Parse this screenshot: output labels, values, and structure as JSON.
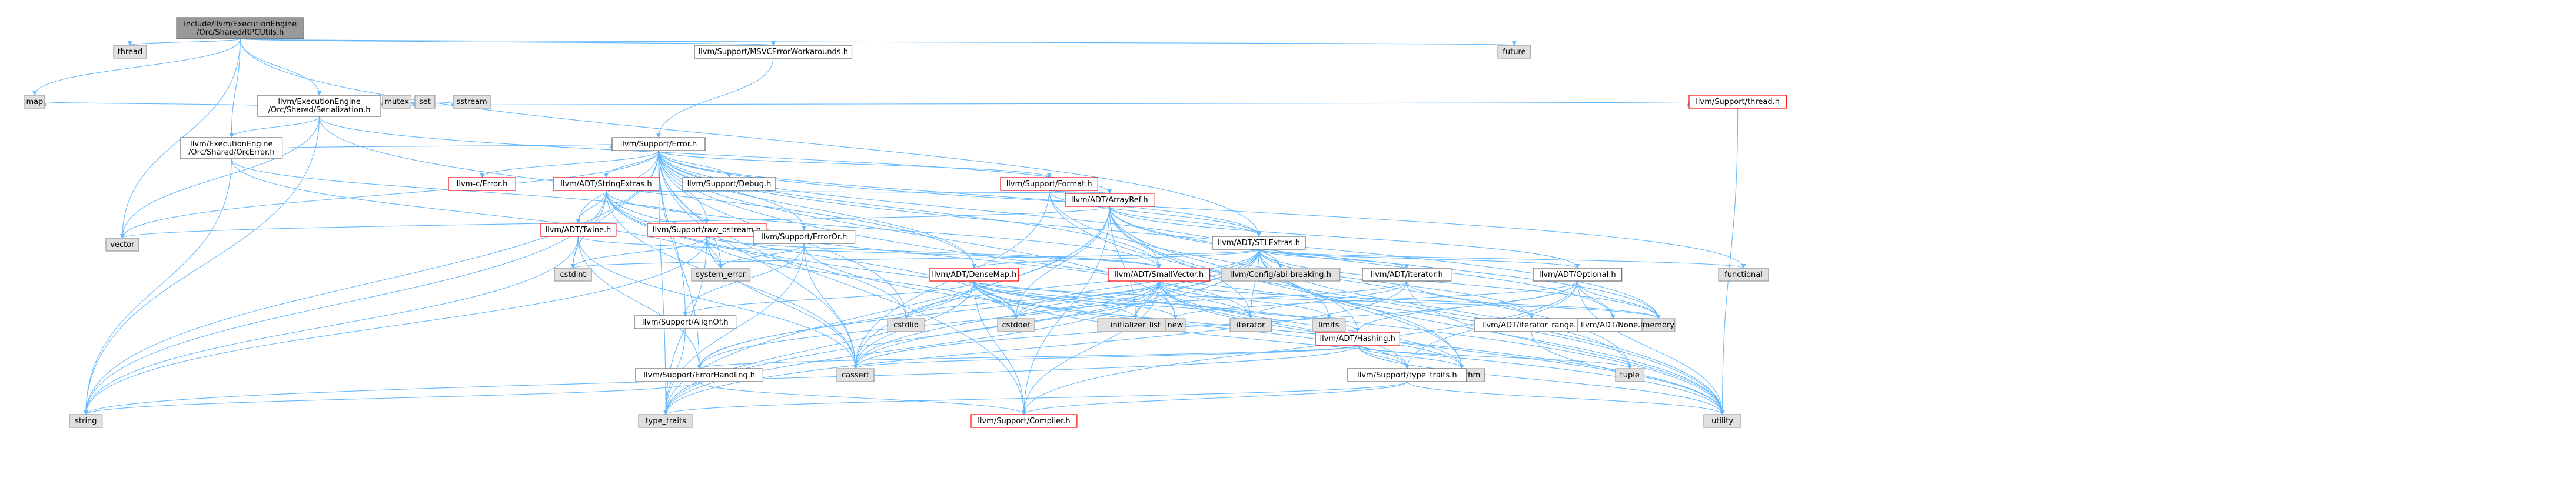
{
  "diagram": {
    "node_styles": {
      "root": {
        "fill": "#999999",
        "stroke": "#666666"
      },
      "doc": {
        "fill": "#ffffff",
        "stroke": "#666666"
      },
      "missing": {
        "fill": "#ffffff",
        "stroke": "#ff0000"
      },
      "external": {
        "fill": "#e0e0e0",
        "stroke": "#999999"
      }
    },
    "edge_color": "#63b8ff",
    "nodes": [
      {
        "id": "root",
        "lines": [
          "include/llvm/ExecutionEngine",
          "/Orc/Shared/RPCUtils.h"
        ],
        "style": "root"
      },
      {
        "id": "thread",
        "lines": [
          "thread"
        ],
        "style": "external"
      },
      {
        "id": "map",
        "lines": [
          "map"
        ],
        "style": "external"
      },
      {
        "id": "serialization",
        "lines": [
          "llvm/ExecutionEngine",
          "/Orc/Shared/Serialization.h"
        ],
        "style": "doc"
      },
      {
        "id": "msvc",
        "lines": [
          "llvm/Support/MSVCErrorWorkarounds.h"
        ],
        "style": "doc"
      },
      {
        "id": "future",
        "lines": [
          "future"
        ],
        "style": "external"
      },
      {
        "id": "mutex",
        "lines": [
          "mutex"
        ],
        "style": "external"
      },
      {
        "id": "set",
        "lines": [
          "set"
        ],
        "style": "external"
      },
      {
        "id": "sstream",
        "lines": [
          "sstream"
        ],
        "style": "external"
      },
      {
        "id": "orcerror",
        "lines": [
          "llvm/ExecutionEngine",
          "/Orc/Shared/OrcError.h"
        ],
        "style": "doc"
      },
      {
        "id": "supportthread",
        "lines": [
          "llvm/Support/thread.h"
        ],
        "style": "missing"
      },
      {
        "id": "error",
        "lines": [
          "llvm/Support/Error.h"
        ],
        "style": "doc"
      },
      {
        "id": "cerror",
        "lines": [
          "llvm-c/Error.h"
        ],
        "style": "missing"
      },
      {
        "id": "stringextras",
        "lines": [
          "llvm/ADT/StringExtras.h"
        ],
        "style": "missing"
      },
      {
        "id": "debug",
        "lines": [
          "llvm/Support/Debug.h"
        ],
        "style": "doc"
      },
      {
        "id": "format",
        "lines": [
          "llvm/Support/Format.h"
        ],
        "style": "missing"
      },
      {
        "id": "arrayref",
        "lines": [
          "llvm/ADT/ArrayRef.h"
        ],
        "style": "missing"
      },
      {
        "id": "twine",
        "lines": [
          "llvm/ADT/Twine.h"
        ],
        "style": "missing"
      },
      {
        "id": "rawostream",
        "lines": [
          "llvm/Support/raw_ostream.h"
        ],
        "style": "missing"
      },
      {
        "id": "erroror",
        "lines": [
          "llvm/Support/ErrorOr.h"
        ],
        "style": "doc"
      },
      {
        "id": "stlextras",
        "lines": [
          "llvm/ADT/STLExtras.h"
        ],
        "style": "doc"
      },
      {
        "id": "vector",
        "lines": [
          "vector"
        ],
        "style": "external"
      },
      {
        "id": "cstdint",
        "lines": [
          "cstdint"
        ],
        "style": "external"
      },
      {
        "id": "systemerror",
        "lines": [
          "system_error"
        ],
        "style": "external"
      },
      {
        "id": "densemap",
        "lines": [
          "llvm/ADT/DenseMap.h"
        ],
        "style": "missing"
      },
      {
        "id": "smallvector",
        "lines": [
          "llvm/ADT/SmallVector.h"
        ],
        "style": "missing"
      },
      {
        "id": "configabi",
        "lines": [
          "llvm/Config/abi-breaking.h"
        ],
        "style": "external"
      },
      {
        "id": "adtiterator",
        "lines": [
          "llvm/ADT/iterator.h"
        ],
        "style": "doc"
      },
      {
        "id": "optional",
        "lines": [
          "llvm/ADT/Optional.h"
        ],
        "style": "doc"
      },
      {
        "id": "functional",
        "lines": [
          "functional"
        ],
        "style": "external"
      },
      {
        "id": "alignof",
        "lines": [
          "llvm/Support/AlignOf.h"
        ],
        "style": "doc"
      },
      {
        "id": "cstdlib",
        "lines": [
          "cstdlib"
        ],
        "style": "external"
      },
      {
        "id": "cstddef",
        "lines": [
          "cstddef"
        ],
        "style": "external"
      },
      {
        "id": "initializerlist",
        "lines": [
          "initializer_list"
        ],
        "style": "external"
      },
      {
        "id": "new",
        "lines": [
          "new"
        ],
        "style": "external"
      },
      {
        "id": "iterator",
        "lines": [
          "iterator"
        ],
        "style": "external"
      },
      {
        "id": "limits",
        "lines": [
          "limits"
        ],
        "style": "external"
      },
      {
        "id": "hashing",
        "lines": [
          "llvm/ADT/Hashing.h"
        ],
        "style": "missing"
      },
      {
        "id": "iteratorrange",
        "lines": [
          "llvm/ADT/iterator_range.h"
        ],
        "style": "doc"
      },
      {
        "id": "none",
        "lines": [
          "llvm/ADT/None.h"
        ],
        "style": "doc"
      },
      {
        "id": "memory",
        "lines": [
          "memory"
        ],
        "style": "external"
      },
      {
        "id": "errorhandling",
        "lines": [
          "llvm/Support/ErrorHandling.h"
        ],
        "style": "doc"
      },
      {
        "id": "cassert",
        "lines": [
          "cassert"
        ],
        "style": "external"
      },
      {
        "id": "algorithm",
        "lines": [
          "algorithm"
        ],
        "style": "external"
      },
      {
        "id": "typetraits_llvm",
        "lines": [
          "llvm/Support/type_traits.h"
        ],
        "style": "doc"
      },
      {
        "id": "tuple",
        "lines": [
          "tuple"
        ],
        "style": "external"
      },
      {
        "id": "string",
        "lines": [
          "string"
        ],
        "style": "external"
      },
      {
        "id": "typetraits",
        "lines": [
          "type_traits"
        ],
        "style": "external"
      },
      {
        "id": "compiler",
        "lines": [
          "llvm/Support/Compiler.h"
        ],
        "style": "missing"
      },
      {
        "id": "utility",
        "lines": [
          "utility"
        ],
        "style": "external"
      }
    ],
    "edges": [
      [
        "root",
        "thread"
      ],
      [
        "root",
        "map"
      ],
      [
        "root",
        "serialization"
      ],
      [
        "root",
        "msvc"
      ],
      [
        "root",
        "future"
      ],
      [
        "root",
        "orcerror"
      ],
      [
        "root",
        "stlextras"
      ],
      [
        "root",
        "vector"
      ],
      [
        "serialization",
        "map"
      ],
      [
        "serialization",
        "mutex"
      ],
      [
        "serialization",
        "set"
      ],
      [
        "serialization",
        "sstream"
      ],
      [
        "serialization",
        "orcerror"
      ],
      [
        "serialization",
        "supportthread"
      ],
      [
        "serialization",
        "arrayref"
      ],
      [
        "serialization",
        "densemap"
      ],
      [
        "serialization",
        "string"
      ],
      [
        "serialization",
        "vector"
      ],
      [
        "msvc",
        "error"
      ],
      [
        "orcerror",
        "error"
      ],
      [
        "orcerror",
        "rawostream"
      ],
      [
        "orcerror",
        "string"
      ],
      [
        "orcerror",
        "systemerror"
      ],
      [
        "supportthread",
        "utility"
      ],
      [
        "error",
        "cerror"
      ],
      [
        "error",
        "stringextras"
      ],
      [
        "error",
        "debug"
      ],
      [
        "error",
        "format"
      ],
      [
        "error",
        "twine"
      ],
      [
        "error",
        "rawostream"
      ],
      [
        "error",
        "erroror"
      ],
      [
        "error",
        "stlextras"
      ],
      [
        "error",
        "smallvector"
      ],
      [
        "error",
        "configabi"
      ],
      [
        "error",
        "alignof"
      ],
      [
        "error",
        "errorhandling"
      ],
      [
        "error",
        "compiler"
      ],
      [
        "error",
        "cassert"
      ],
      [
        "error",
        "cstdint"
      ],
      [
        "error",
        "cstdlib"
      ],
      [
        "error",
        "functional"
      ],
      [
        "error",
        "memory"
      ],
      [
        "error",
        "new"
      ],
      [
        "error",
        "string"
      ],
      [
        "error",
        "systemerror"
      ],
      [
        "error",
        "typetraits"
      ],
      [
        "error",
        "utility"
      ],
      [
        "error",
        "vector"
      ],
      [
        "error",
        "densemap"
      ],
      [
        "stringextras",
        "arrayref"
      ],
      [
        "stringextras",
        "smallvector"
      ],
      [
        "stringextras",
        "twine"
      ],
      [
        "stringextras",
        "iterator"
      ],
      [
        "stringextras",
        "cassert"
      ],
      [
        "stringextras",
        "cstddef"
      ],
      [
        "stringextras",
        "cstdint"
      ],
      [
        "stringextras",
        "cstdlib"
      ],
      [
        "stringextras",
        "string"
      ],
      [
        "stringextras",
        "utility"
      ],
      [
        "format",
        "arrayref"
      ],
      [
        "format",
        "stlextras"
      ],
      [
        "format",
        "cassert"
      ],
      [
        "format",
        "tuple"
      ],
      [
        "format",
        "utility"
      ],
      [
        "arrayref",
        "hashing"
      ],
      [
        "arrayref",
        "none"
      ],
      [
        "arrayref",
        "smallvector"
      ],
      [
        "arrayref",
        "stlextras"
      ],
      [
        "arrayref",
        "compiler"
      ],
      [
        "arrayref",
        "algorithm"
      ],
      [
        "arrayref",
        "cassert"
      ],
      [
        "arrayref",
        "cstddef"
      ],
      [
        "arrayref",
        "initializerlist"
      ],
      [
        "arrayref",
        "iterator"
      ],
      [
        "arrayref",
        "memory"
      ],
      [
        "arrayref",
        "typetraits"
      ],
      [
        "arrayref",
        "vector"
      ],
      [
        "arrayref",
        "optional"
      ],
      [
        "twine",
        "smallvector"
      ],
      [
        "twine",
        "errorhandling"
      ],
      [
        "twine",
        "cassert"
      ],
      [
        "twine",
        "cstdint"
      ],
      [
        "twine",
        "string"
      ],
      [
        "rawostream",
        "smallvector"
      ],
      [
        "rawostream",
        "cassert"
      ],
      [
        "rawostream",
        "cstddef"
      ],
      [
        "rawostream",
        "cstdint"
      ],
      [
        "rawostream",
        "string"
      ],
      [
        "rawostream",
        "systemerror"
      ],
      [
        "rawostream",
        "typetraits"
      ],
      [
        "erroror",
        "alignof"
      ],
      [
        "erroror",
        "cassert"
      ],
      [
        "erroror",
        "systemerror"
      ],
      [
        "erroror",
        "typetraits"
      ],
      [
        "erroror",
        "utility"
      ],
      [
        "stlextras",
        "optional"
      ],
      [
        "stlextras",
        "adtiterator"
      ],
      [
        "stlextras",
        "iteratorrange"
      ],
      [
        "stlextras",
        "configabi"
      ],
      [
        "stlextras",
        "errorhandling"
      ],
      [
        "stlextras",
        "algorithm"
      ],
      [
        "stlextras",
        "cassert"
      ],
      [
        "stlextras",
        "cstddef"
      ],
      [
        "stlextras",
        "cstdint"
      ],
      [
        "stlextras",
        "cstdlib"
      ],
      [
        "stlextras",
        "functional"
      ],
      [
        "stlextras",
        "initializerlist"
      ],
      [
        "stlextras",
        "iterator"
      ],
      [
        "stlextras",
        "limits"
      ],
      [
        "stlextras",
        "memory"
      ],
      [
        "stlextras",
        "tuple"
      ],
      [
        "stlextras",
        "typetraits"
      ],
      [
        "stlextras",
        "utility"
      ],
      [
        "stlextras",
        "densemap"
      ],
      [
        "densemap",
        "alignof"
      ],
      [
        "densemap",
        "compiler"
      ],
      [
        "densemap",
        "memory"
      ],
      [
        "densemap",
        "typetraits_llvm"
      ],
      [
        "densemap",
        "algorithm"
      ],
      [
        "densemap",
        "cassert"
      ],
      [
        "densemap",
        "cstddef"
      ],
      [
        "densemap",
        "initializerlist"
      ],
      [
        "densemap",
        "iterator"
      ],
      [
        "densemap",
        "new"
      ],
      [
        "densemap",
        "typetraits"
      ],
      [
        "densemap",
        "utility"
      ],
      [
        "densemap",
        "hashing"
      ],
      [
        "densemap",
        "errorhandling"
      ],
      [
        "smallvector",
        "compiler"
      ],
      [
        "smallvector",
        "errorhandling"
      ],
      [
        "smallvector",
        "typetraits_llvm"
      ],
      [
        "smallvector",
        "algorithm"
      ],
      [
        "smallvector",
        "cassert"
      ],
      [
        "smallvector",
        "cstddef"
      ],
      [
        "smallvector",
        "cstdlib"
      ],
      [
        "smallvector",
        "initializerlist"
      ],
      [
        "smallvector",
        "iterator"
      ],
      [
        "smallvector",
        "limits"
      ],
      [
        "smallvector",
        "memory"
      ],
      [
        "smallvector",
        "new"
      ],
      [
        "smallvector",
        "typetraits"
      ],
      [
        "smallvector",
        "utility"
      ],
      [
        "adtiterator",
        "iteratorrange"
      ],
      [
        "adtiterator",
        "cstddef"
      ],
      [
        "adtiterator",
        "iterator"
      ],
      [
        "adtiterator",
        "typetraits"
      ],
      [
        "adtiterator",
        "utility"
      ],
      [
        "optional",
        "none"
      ],
      [
        "optional",
        "compiler"
      ],
      [
        "optional",
        "typetraits_llvm"
      ],
      [
        "optional",
        "cassert"
      ],
      [
        "optional",
        "memory"
      ],
      [
        "optional",
        "new"
      ],
      [
        "optional",
        "utility"
      ],
      [
        "optional",
        "hashing"
      ],
      [
        "alignof",
        "typetraits"
      ],
      [
        "hashing",
        "errorhandling"
      ],
      [
        "hashing",
        "typetraits_llvm"
      ],
      [
        "hashing",
        "algorithm"
      ],
      [
        "hashing",
        "cassert"
      ],
      [
        "hashing",
        "string"
      ],
      [
        "hashing",
        "tuple"
      ],
      [
        "hashing",
        "utility"
      ],
      [
        "iteratorrange",
        "utility"
      ],
      [
        "errorhandling",
        "compiler"
      ],
      [
        "errorhandling",
        "string"
      ],
      [
        "typetraits_llvm",
        "compiler"
      ],
      [
        "typetraits_llvm",
        "typetraits"
      ],
      [
        "typetraits_llvm",
        "utility"
      ]
    ]
  }
}
